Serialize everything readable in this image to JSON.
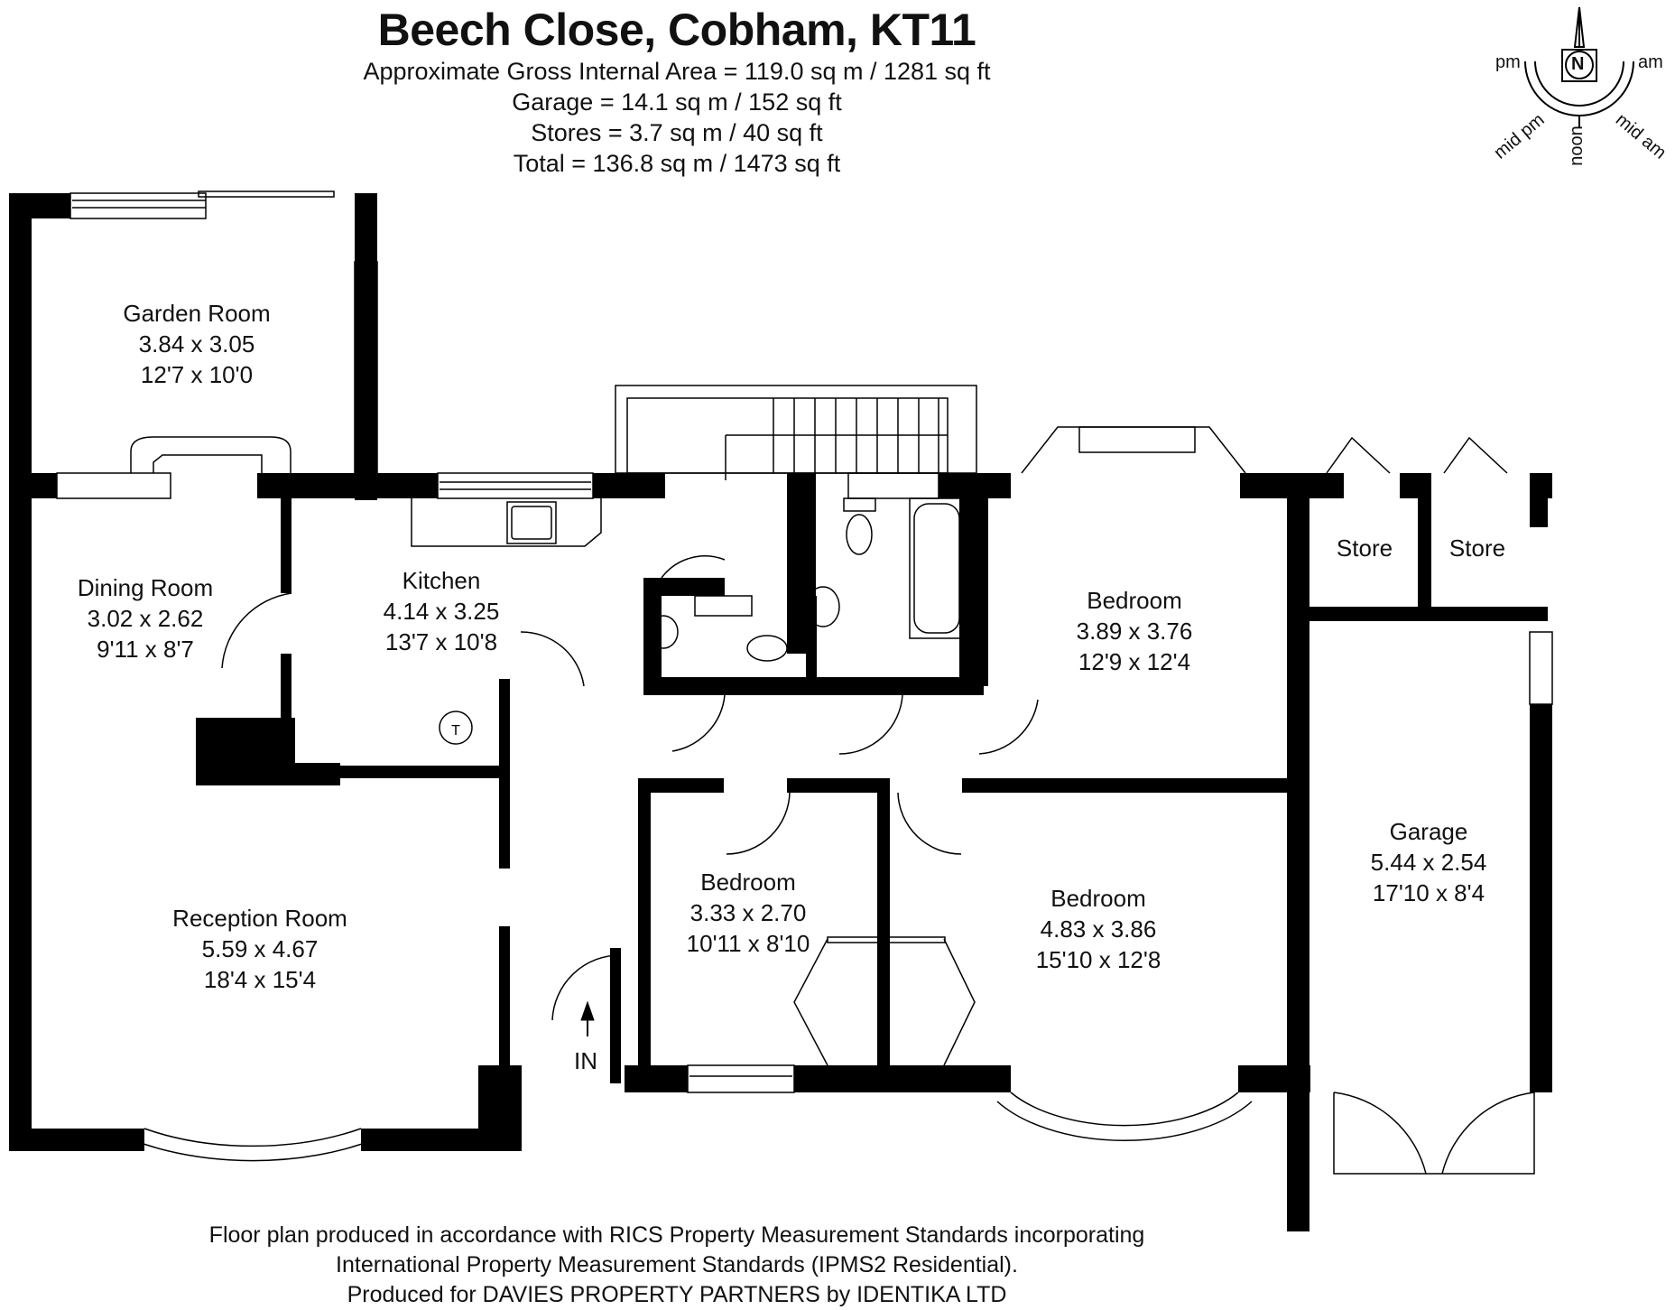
{
  "header": {
    "title": "Beech Close, Cobham, KT11",
    "lines": [
      "Approximate Gross Internal Area = 119.0 sq m / 1281 sq ft",
      "Garage = 14.1 sq m / 152 sq ft",
      "Stores = 3.7 sq m / 40 sq ft",
      "Total = 136.8 sq m / 1473 sq ft"
    ]
  },
  "compass": {
    "north": "N",
    "labels": {
      "pm": "pm",
      "am": "am",
      "mid_pm": "mid pm",
      "noon": "noon",
      "mid_am": "mid am"
    },
    "icon": "compass-rose-icon"
  },
  "rooms": [
    {
      "name": "Garden Room",
      "metric": "3.84 x 3.05",
      "imperial": "12'7 x 10'0"
    },
    {
      "name": "Dining Room",
      "metric": "3.02 x 2.62",
      "imperial": "9'11 x 8'7"
    },
    {
      "name": "Kitchen",
      "metric": "4.14 x 3.25",
      "imperial": "13'7 x 10'8"
    },
    {
      "name": "Bedroom",
      "metric": "3.89 x 3.76",
      "imperial": "12'9 x 12'4"
    },
    {
      "name": "Store",
      "metric": "",
      "imperial": ""
    },
    {
      "name": "Store",
      "metric": "",
      "imperial": ""
    },
    {
      "name": "Reception Room",
      "metric": "5.59 x 4.67",
      "imperial": "18'4 x 15'4"
    },
    {
      "name": "Bedroom",
      "metric": "3.33 x 2.70",
      "imperial": "10'11 x 8'10"
    },
    {
      "name": "Bedroom",
      "metric": "4.83 x 3.86",
      "imperial": "15'10 x 12'8"
    },
    {
      "name": "Garage",
      "metric": "5.44 x 2.54",
      "imperial": "17'10 x 8'4"
    }
  ],
  "fixtures": {
    "cylinder_label": "T",
    "entrance_label": "IN"
  },
  "footer": {
    "lines": [
      "Floor plan produced in accordance with RICS Property Measurement Standards incorporating",
      "International Property Measurement Standards (IPMS2 Residential).",
      "Produced for DAVIES PROPERTY PARTNERS by IDENTIKA LTD"
    ]
  }
}
